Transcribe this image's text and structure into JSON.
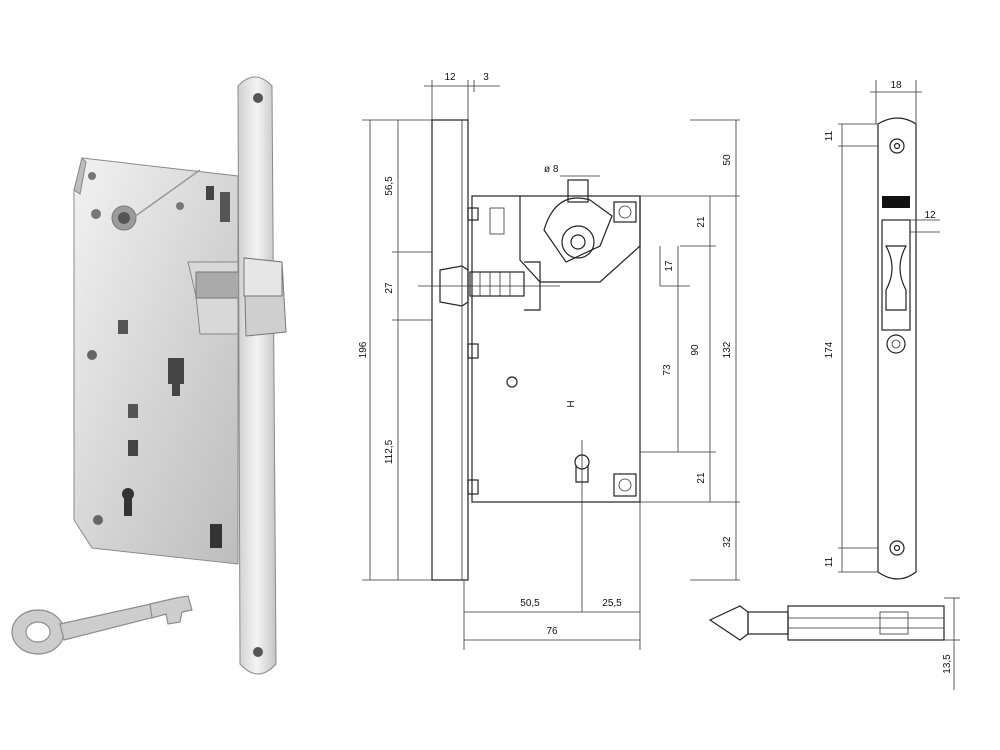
{
  "dimensions": {
    "top_faceplate": "12",
    "top_offset": "3",
    "left_upper": "56,5",
    "left_latch": "27",
    "left_total": "196",
    "left_lower": "112,5",
    "spindle_dia": "ø 8",
    "key_mark": "H",
    "right_top": "50",
    "right_21_upper": "21",
    "right_17": "17",
    "right_73": "73",
    "right_90": "90",
    "right_132": "132",
    "right_21_lower": "21",
    "right_bottom": "32",
    "bottom_backset": "50,5",
    "bottom_255": "25,5",
    "bottom_width": "76",
    "strike_width": "18",
    "strike_top": "11",
    "strike_hole": "12",
    "strike_height": "174",
    "strike_bottom": "11",
    "latch_height": "13,5"
  },
  "colors": {
    "metal_light": "#e4e4e4",
    "metal_mid": "#cfcfcf",
    "metal_dark": "#9a9a9a",
    "line": "#222222"
  }
}
